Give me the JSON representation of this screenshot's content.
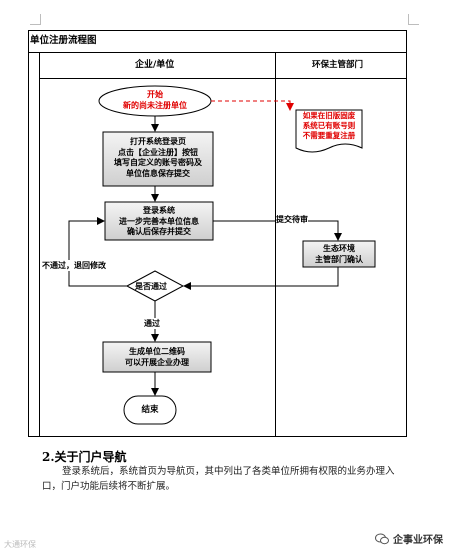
{
  "doc": {
    "frame_title": "单位注册流程图",
    "col_left": "企业/单位",
    "col_right": "环保主管部门"
  },
  "flow": {
    "start_line1": "开始",
    "start_line2": "新的尚未注册单位",
    "note_line1": "如果在旧版固废",
    "note_line2": "系统已有账号则",
    "note_line3": "不需要重复注册",
    "step1_line1": "打开系统登录页",
    "step1_line2": "点击【企业注册】按钮",
    "step1_line3": "填写自定义的账号密码及",
    "step1_line4": "单位信息保存提交",
    "step2_line1": "登录系统",
    "step2_line2": "进一步完善本单位信息",
    "step2_line3": "确认后保存并提交",
    "submit_label": "提交待审",
    "review_line1": "生态环境",
    "review_line2": "主管部门确认",
    "decision": "是否通过",
    "reject_label": "不通过，退回修改",
    "pass_label": "通过",
    "step3_line1": "生成单位二维码",
    "step3_line2": "可以开展企业办理",
    "end": "结束"
  },
  "section": {
    "heading": "2.关于门户导航",
    "paragraph": "登录系统后，系统首页为导航页，其中列出了各类单位所拥有权限的业务办理入口，门户功能后续将不断扩展。"
  },
  "footer": {
    "left_watermark": "大通环保",
    "right_brand": "企事业环保"
  },
  "colors": {
    "start_red": "#e00000",
    "note_red": "#e00000",
    "box_fill": "#d9d9d9",
    "line": "#000000"
  }
}
